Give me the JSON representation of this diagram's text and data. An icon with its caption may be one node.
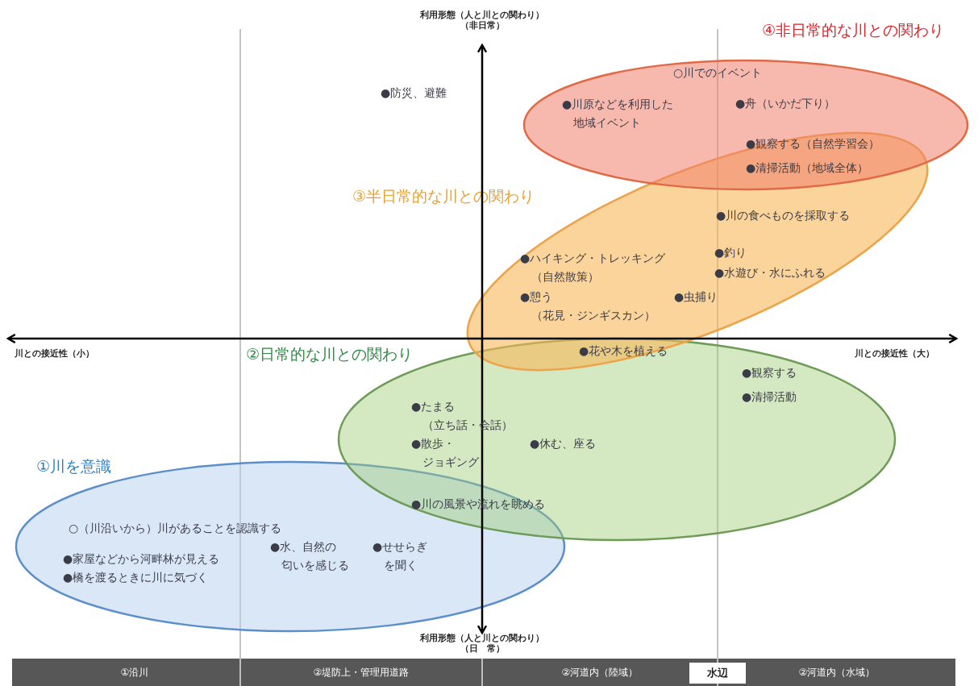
{
  "diagram": {
    "nodes": [
      {
        "text": [
          "④非日常的な川との関わり"
        ]
      },
      {
        "text": [
          "③半日常的な川との関わり"
        ]
      },
      {
        "text": [
          "②日常的な川との関わり"
        ]
      },
      {
        "text": [
          "①川を意識"
        ]
      }
    ],
    "labels": [
      "利用形態（人と川との関わり）（非日常）",
      "○川でのイベント",
      "●防災、避難",
      "●川原などを利用した地域イベント",
      "●舟（いかだ下り）",
      "●観察する（自然学習会）",
      "●清掃活動（地域全体）",
      "●川の食べものを採取する",
      "●ハイキング・トレッキング（自然散策）",
      "●釣り",
      "●水遊び・水にふれる",
      "●憩う（花見・ジンギスカン）",
      "●虫捕り",
      "川との接近性（小）",
      "●花や木を植える",
      "川との接近性（大）",
      "●観察する",
      "●清掃活動",
      "●たまる（立ち話・会話）",
      "●散歩・ジョギング",
      "●休む、座る",
      "●川の風景や流れを眺める",
      "○（川沿いから）川があることを認識する",
      "●水、自然の匂いを感じる",
      "●せせらぎを聞く",
      "●家屋などから河畔林が見える",
      "●橋を渡るときに川に気づく",
      "利用形態（人と川との関わり）（日　常）",
      "①沿川",
      "②堤防上・管理用道路",
      "②河道内（陸域）",
      "水辺",
      "②河道内（水域）"
    ]
  }
}
